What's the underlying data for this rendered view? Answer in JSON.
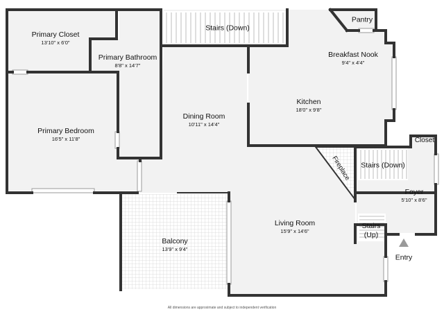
{
  "rooms": {
    "primary_closet": {
      "name": "Primary Closet",
      "dims": "13'10\" x 6'0\""
    },
    "primary_bathroom": {
      "name": "Primary Bathroom",
      "dims": "8'8\" x 14'7\""
    },
    "stairs_down_top": {
      "name": "Stairs (Down)"
    },
    "pantry": {
      "name": "Pantry"
    },
    "breakfast_nook": {
      "name": "Breakfast Nook",
      "dims": "9'4\" x 4'4\""
    },
    "kitchen": {
      "name": "Kitchen",
      "dims": "18'0\" x 9'8\""
    },
    "dining_room": {
      "name": "Dining Room",
      "dims": "10'11\" x 14'4\""
    },
    "primary_bedroom": {
      "name": "Primary Bedroom",
      "dims": "16'5\" x 11'8\""
    },
    "fireplace": {
      "name": "Fireplace"
    },
    "closet": {
      "name": "Closet"
    },
    "stairs_down_right": {
      "name": "Stairs (Down)"
    },
    "foyer": {
      "name": "Foyer",
      "dims": "5'10\" x 8'6\""
    },
    "living_room": {
      "name": "Living Room",
      "dims": "15'9\" x 14'6\""
    },
    "stairs_up": {
      "line1": "Stairs",
      "line2": "(Up)"
    },
    "balcony": {
      "name": "Balcony",
      "dims": "13'9\" x 9'4\""
    },
    "entry": {
      "name": "Entry"
    }
  },
  "footer": {
    "note": "All dimensions are approximate and subject to independent verification"
  },
  "colors": {
    "wall": "#333333",
    "floor": "#f2f2f2",
    "balcony_tile": "#dcdcdc",
    "entry_arrow": "#9a9a9a"
  }
}
